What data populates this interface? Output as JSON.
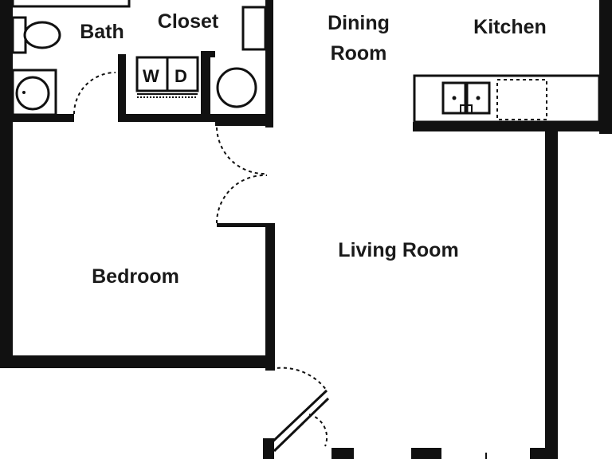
{
  "rooms": {
    "bath": "Bath",
    "closet": "Closet",
    "dining_line1": "Dining",
    "dining_line2": "Room",
    "kitchen": "Kitchen",
    "living": "Living Room",
    "bedroom": "Bedroom"
  },
  "appliances": {
    "washer": "W",
    "dryer": "D"
  }
}
